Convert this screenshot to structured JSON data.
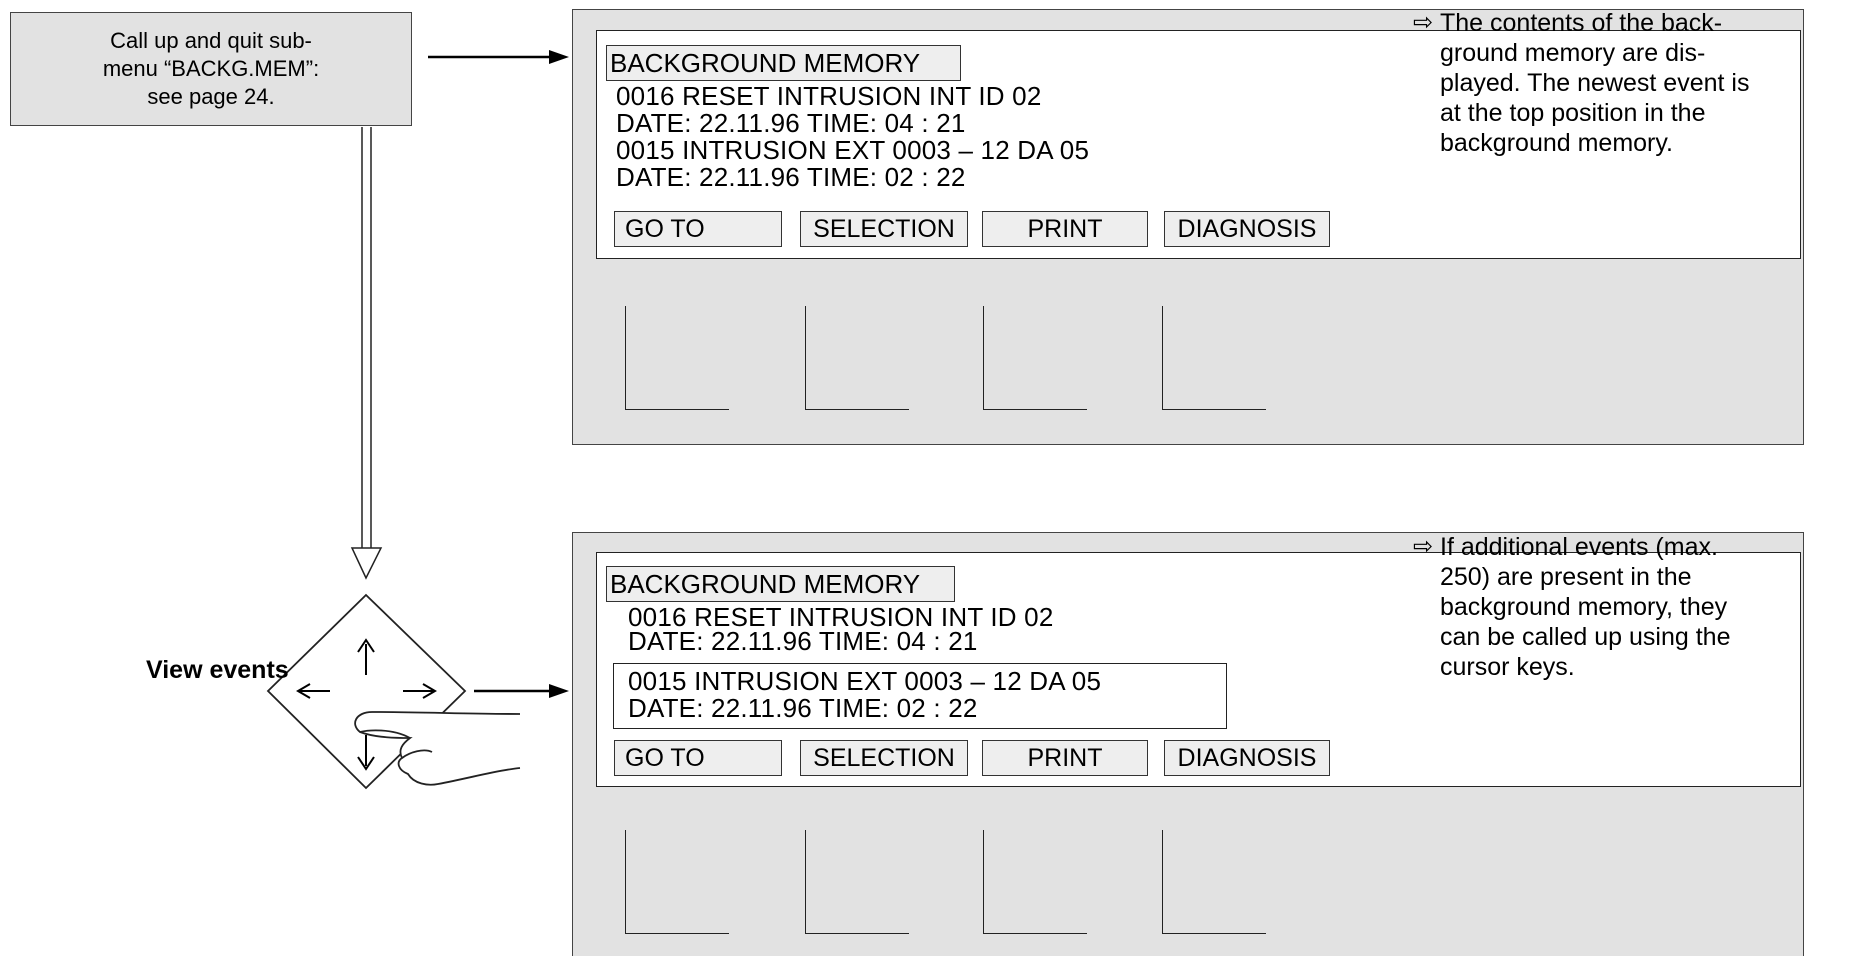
{
  "step_box": {
    "lines": [
      "Call up and quit sub-",
      "menu “BACKG.MEM”:",
      "see page 24."
    ]
  },
  "side_label": "View events",
  "screen1": {
    "title": "BACKGROUND MEMORY",
    "event1": "0016 RESET INTRUSION INT  ID 02",
    "event1_date": "DATE: 22.11.96    TIME: 04 : 21",
    "event2": "0015 INTRUSION EXT  0003 – 12  DA  05",
    "event2_date": "DATE: 22.11.96    TIME: 02 : 22",
    "softkeys": [
      "GO TO",
      "SELECTION",
      "PRINT",
      "DIAGNOSIS"
    ]
  },
  "screen2": {
    "title": "BACKGROUND MEMORY",
    "event1": "0016 RESET INTRUSION INT  ID 02",
    "event1_date": "DATE: 22.11.96    TIME: 04 : 21",
    "event2": "0015 INTRUSION EXT  0003 – 12  DA  05",
    "event2_date": "DATE: 22.11.96    TIME: 02 : 22",
    "softkeys": [
      "GO TO",
      "SELECTION",
      "PRINT",
      "DIAGNOSIS"
    ]
  },
  "notes": {
    "arrow_glyph": "⇨",
    "note1_lines": [
      "The contents of the back-",
      "ground memory are dis-",
      "played. The newest event is",
      "at the top position in the",
      "background memory."
    ],
    "note2_lines": [
      "If additional events (max.",
      "250) are present in the",
      "background memory, they",
      "can be called up using the",
      "cursor keys."
    ]
  },
  "icons": {
    "cursor_pad": "cursor-keypad-icon",
    "hand": "pressing-hand-icon"
  }
}
